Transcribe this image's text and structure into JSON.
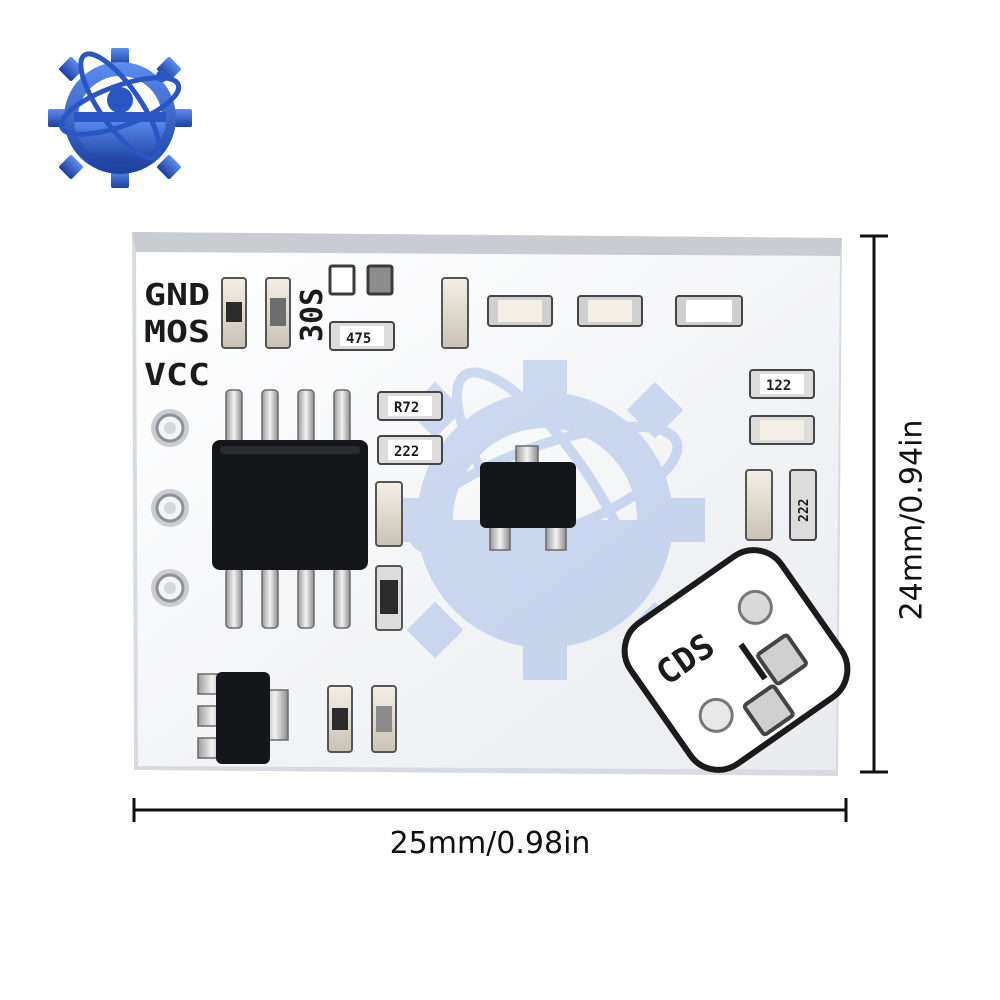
{
  "board": {
    "pin_labels": [
      "GND",
      "MOS",
      "VCC"
    ],
    "resistor_marking": "30S",
    "sensor_label": "CDS",
    "component_codes": [
      "475",
      "R72",
      "222",
      "122",
      "222"
    ]
  },
  "dimensions": {
    "width_label": "25mm/0.98in",
    "height_label": "24mm/0.94in"
  },
  "colors": {
    "board": "#f5f6f8",
    "ic": "#15161a",
    "silkscreen": "#1b1b1b",
    "logo_blue": "#3a6fd4",
    "logo_dark": "#1f3f9a",
    "dimension_line": "#111111"
  },
  "logo": {
    "icon": "atom-gear-logo-icon"
  }
}
